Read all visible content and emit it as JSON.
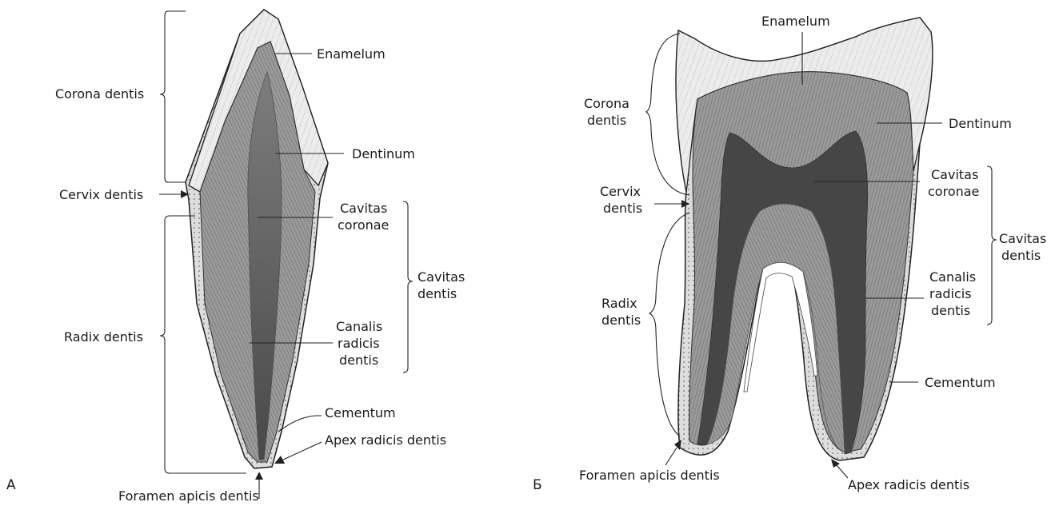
{
  "panels": {
    "a": {
      "letter": "А",
      "labels": {
        "enamelum": "Enamelum",
        "corona_dentis": "Corona dentis",
        "dentinum": "Dentinum",
        "cervix_dentis": "Cervix dentis",
        "cavitas_coronae_1": "Cavitas",
        "cavitas_coronae_2": "coronae",
        "cavitas_dentis_1": "Cavitas",
        "cavitas_dentis_2": "dentis",
        "radix_dentis": "Radix dentis",
        "canalis_1": "Canalis",
        "canalis_2": "radicis",
        "canalis_3": "dentis",
        "cementum": "Cementum",
        "apex_radicis_dentis": "Apex radicis dentis",
        "foramen_apicis_dentis": "Foramen apicis dentis"
      }
    },
    "b": {
      "letter": "Б",
      "labels": {
        "enamelum": "Enamelum",
        "corona_1": "Corona",
        "corona_2": "dentis",
        "dentinum": "Dentinum",
        "cervix_1": "Cervix",
        "cervix_2": "dentis",
        "cavitas_coronae_1": "Cavitas",
        "cavitas_coronae_2": "coronae",
        "cavitas_dentis_1": "Cavitas",
        "cavitas_dentis_2": "dentis",
        "radix_1": "Radix",
        "radix_2": "dentis",
        "canalis_1": "Canalis",
        "canalis_2": "radicis",
        "canalis_3": "dentis",
        "cementum": "Cementum",
        "foramen_apicis_dentis": "Foramen apicis dentis",
        "apex_radicis_dentis": "Apex radicis dentis"
      }
    }
  },
  "colors": {
    "enamel": "#e9e9e9",
    "dentin": "#8d8d8d",
    "pulp": "#4a4a4a",
    "cementum": "#d4d4d4",
    "outline": "#222222"
  }
}
